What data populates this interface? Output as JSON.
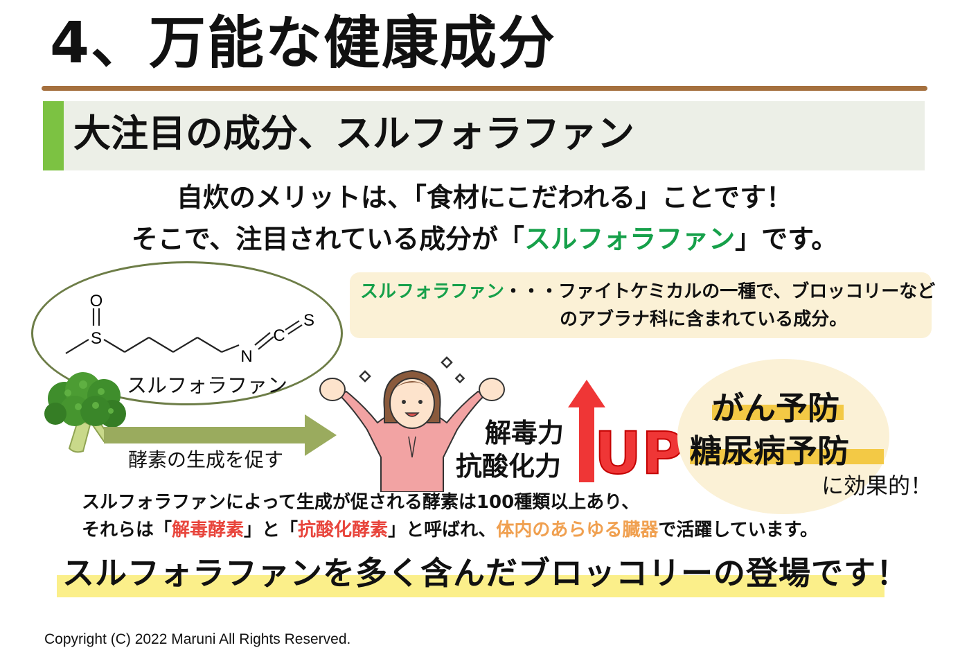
{
  "title": "4、万能な健康成分",
  "subtitle": "大注目の成分、スルフォラファン",
  "lead": {
    "line1": "自炊のメリットは、「食材にこだわれる」ことです！",
    "line2_before": "そこで、注目されている成分が「",
    "line2_highlight": "スルフォラファン",
    "line2_after": "」です。"
  },
  "definition": {
    "term": "スルフォラファン",
    "line1_rest": "・・・ファイトケミカルの一種で、ブロッコリーなど",
    "line2": "のアブラナ科に含まれている成分。"
  },
  "molecule": {
    "label": "スルフォラファン",
    "atoms": {
      "oxygen": "O",
      "sulfur1": "S",
      "nitrogen": "N",
      "carbon": "C",
      "sulfur2": "S"
    }
  },
  "enzyme_label": "酵素の生成を促す",
  "power": {
    "line1": "解毒力",
    "line2": "抗酸化力",
    "up": "UP"
  },
  "effects": {
    "line1": "がん予防",
    "line2": "糖尿病予防",
    "line3": "に効果的！"
  },
  "body": {
    "line1": "スルフォラファンによって生成が促される酵素は100種類以上あり、",
    "l2_a": "それらは「",
    "l2_b": "解毒酵素",
    "l2_c": "」と「",
    "l2_d": "抗酸化酵素",
    "l2_e": "」と呼ばれ、",
    "l2_f": "体内のあらゆる臓器",
    "l2_g": "で活躍しています。"
  },
  "closing": "スルフォラファンを多く含んだブロッコリーの登場です！",
  "copyright": "Copyright (C) 2022 Maruni All Rights Reserved.",
  "colors": {
    "accent_brown": "#a5703e",
    "accent_green": "#7cc242",
    "highlight_green_text": "#16a04a",
    "up_red": "#ef3636",
    "detox_red": "#e8453c",
    "organ_orange": "#f0a050",
    "effect_yellow": "#f3c945"
  },
  "icons": [
    "broccoli-icon",
    "happy-woman-illustration",
    "right-arrow-icon",
    "up-arrow-icon",
    "sparkle-icon"
  ]
}
